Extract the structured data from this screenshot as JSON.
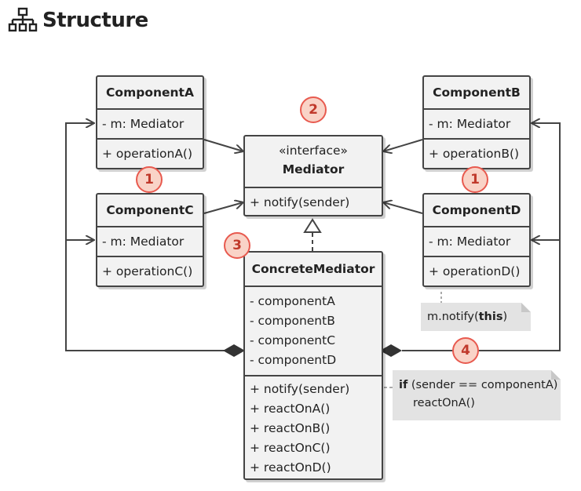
{
  "header": {
    "title": "Structure",
    "icon": "hierarchy-icon"
  },
  "classes": {
    "componentA": {
      "name": "ComponentA",
      "fields": [
        "- m: Mediator"
      ],
      "methods": [
        "+ operationA()"
      ]
    },
    "componentB": {
      "name": "ComponentB",
      "fields": [
        "- m: Mediator"
      ],
      "methods": [
        "+ operationB()"
      ]
    },
    "componentC": {
      "name": "ComponentC",
      "fields": [
        "- m: Mediator"
      ],
      "methods": [
        "+ operationC()"
      ]
    },
    "componentD": {
      "name": "ComponentD",
      "fields": [
        "- m: Mediator"
      ],
      "methods": [
        "+ operationD()"
      ]
    },
    "mediator": {
      "stereotype": "«interface»",
      "name": "Mediator",
      "methods": [
        "+ notify(sender)"
      ]
    },
    "concreteMediator": {
      "name": "ConcreteMediator",
      "fields": [
        "- componentA",
        "- componentB",
        "- componentC",
        "- componentD"
      ],
      "methods": [
        "+ notify(sender)",
        "+ reactOnA()",
        "+ reactOnB()",
        "+ reactOnC()",
        "+ reactOnD()"
      ]
    }
  },
  "notes": {
    "notifyCall": {
      "prefix": "m.notify(",
      "keyword": "this",
      "suffix": ")"
    },
    "notifyImpl": {
      "keyword": "if",
      "condition": " (sender == componentA)",
      "body": "reactOnA()"
    }
  },
  "badges": {
    "b1a": "1",
    "b1b": "1",
    "b2": "2",
    "b3": "3",
    "b4": "4"
  },
  "colors": {
    "box_fill": "#f2f2f2",
    "border": "#444444",
    "note_fill": "#e3e3e3",
    "badge_fill": "#f9d3c7",
    "badge_stroke": "#e85a4f",
    "badge_text": "#c0392b"
  }
}
